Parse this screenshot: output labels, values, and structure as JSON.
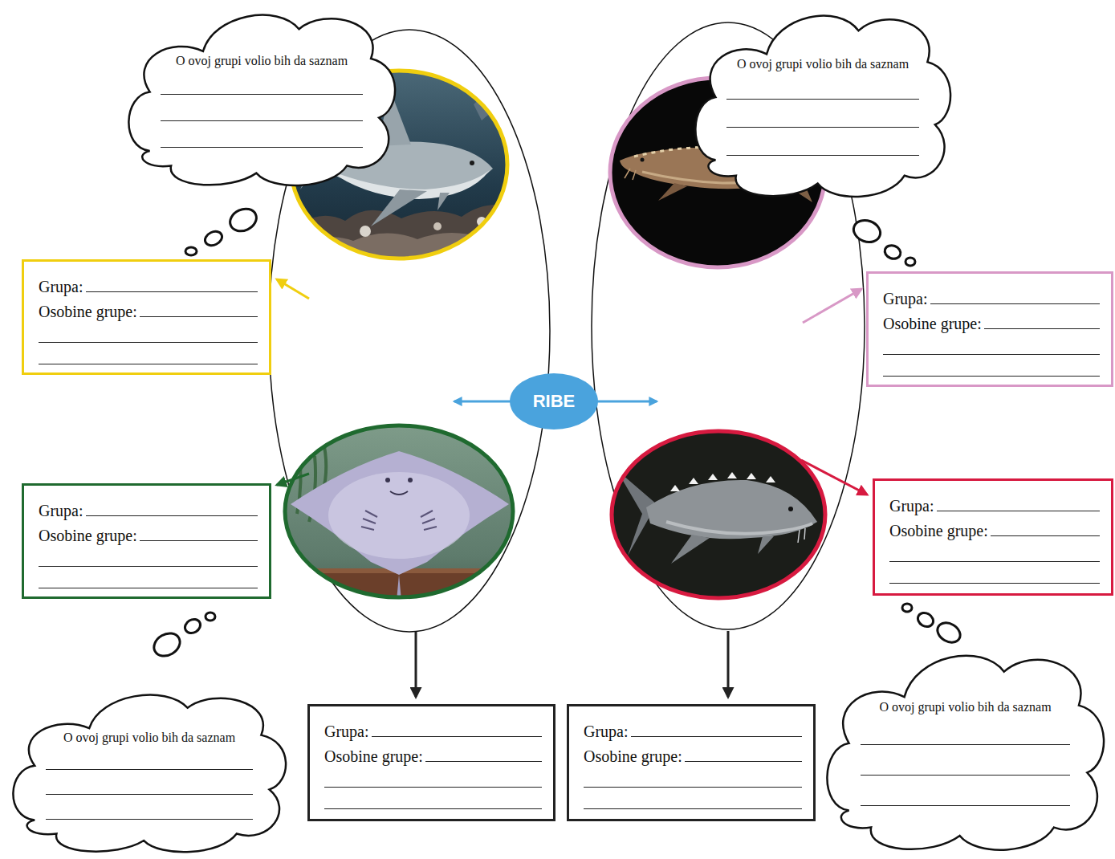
{
  "diagram": {
    "nodes": [
      {
        "text": [
          "O ovoj grupi volio bih da saznam"
        ]
      },
      {
        "text": [
          "O ovoj grupi volio bih da saznam"
        ]
      },
      {
        "text": [
          "Grupa:",
          "Osobine grupe:"
        ]
      },
      {
        "text": [
          "Grupa:",
          "Osobine grupe:"
        ]
      },
      {
        "text": [
          "RIBE"
        ]
      },
      {
        "text": [
          "Grupa:",
          "Osobine grupe:"
        ]
      },
      {
        "text": [
          "Grupa:",
          "Osobine grupe:"
        ]
      },
      {
        "text": [
          "O ovoj grupi volio bih da saznam"
        ]
      },
      {
        "text": [
          "Grupa:",
          "Osobine grupe:"
        ]
      },
      {
        "text": [
          "Grupa:",
          "Osobine grupe:"
        ]
      },
      {
        "text": [
          "O ovoj grupi volio bih da saznam"
        ]
      }
    ]
  }
}
